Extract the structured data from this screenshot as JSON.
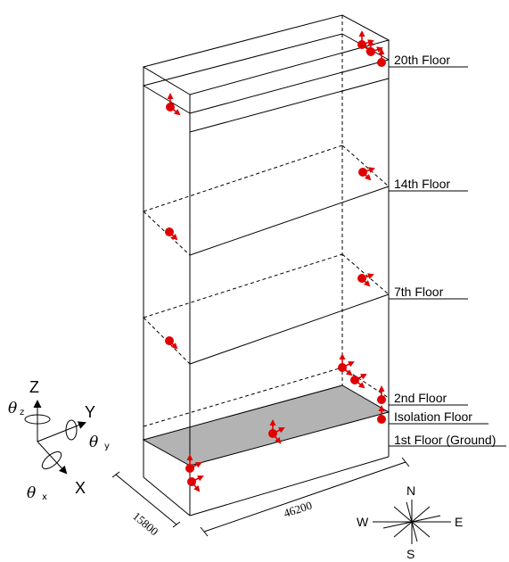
{
  "floor_labels": {
    "f20": "20th Floor",
    "f14": "14th Floor",
    "f7": "7th Floor",
    "f2": "2nd Floor",
    "isolation": "Isolation Floor",
    "f1": "1st Floor (Ground)"
  },
  "dimensions": {
    "width": "15800",
    "length": "46200"
  },
  "axes": {
    "z": "Z",
    "y": "Y",
    "x": "X",
    "theta": "θ",
    "sub_z": "z",
    "sub_y": "y",
    "sub_x": "x"
  },
  "compass": {
    "north": "N",
    "south": "S",
    "east": "E",
    "west": "W"
  },
  "colors": {
    "sensor": "#e00000",
    "slab": "#b3b3b3",
    "line": "#000000"
  }
}
